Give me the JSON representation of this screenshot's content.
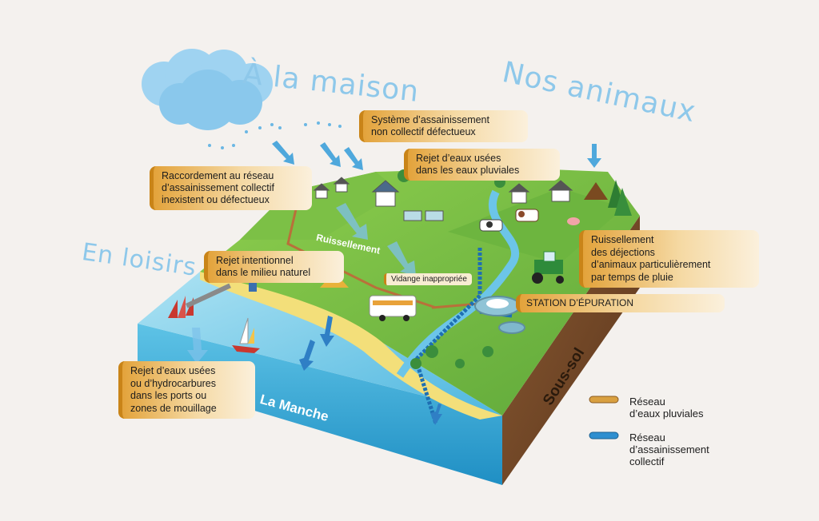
{
  "titles": {
    "home": "À la maison",
    "animals": "Nos animaux",
    "leisure": "En loisirs"
  },
  "callouts": {
    "non_collective": "Système d’assainissement\nnon collectif défectueux",
    "wastewater_storm": "Rejet d’eaux usées\ndans les eaux pluviales",
    "connection": "Raccordement au réseau\nd’assainissement collectif\ninexistent ou défectueux",
    "intentional": "Rejet intentionnel\ndans le milieu naturel",
    "animal_runoff": "Ruissellement\ndes déjections\nd’animaux particulièrement\npar temps de pluie",
    "ports": "Rejet d’eaux usées\nou d’hydrocarbures\ndans les ports ou\nzones de mouillage",
    "station": "STATION D’ÉPURATION",
    "drain": "Vidange inappropriée"
  },
  "map_labels": {
    "runoff": "Ruissellement",
    "sea": "La Manche",
    "subsoil": "Sous-sol"
  },
  "legend": [
    {
      "label": "Réseau\nd’eaux pluviales",
      "color": "#d9a040"
    },
    {
      "label": "Réseau\nd’assainissement\ncollectif",
      "color": "#2f8fd0"
    }
  ]
}
